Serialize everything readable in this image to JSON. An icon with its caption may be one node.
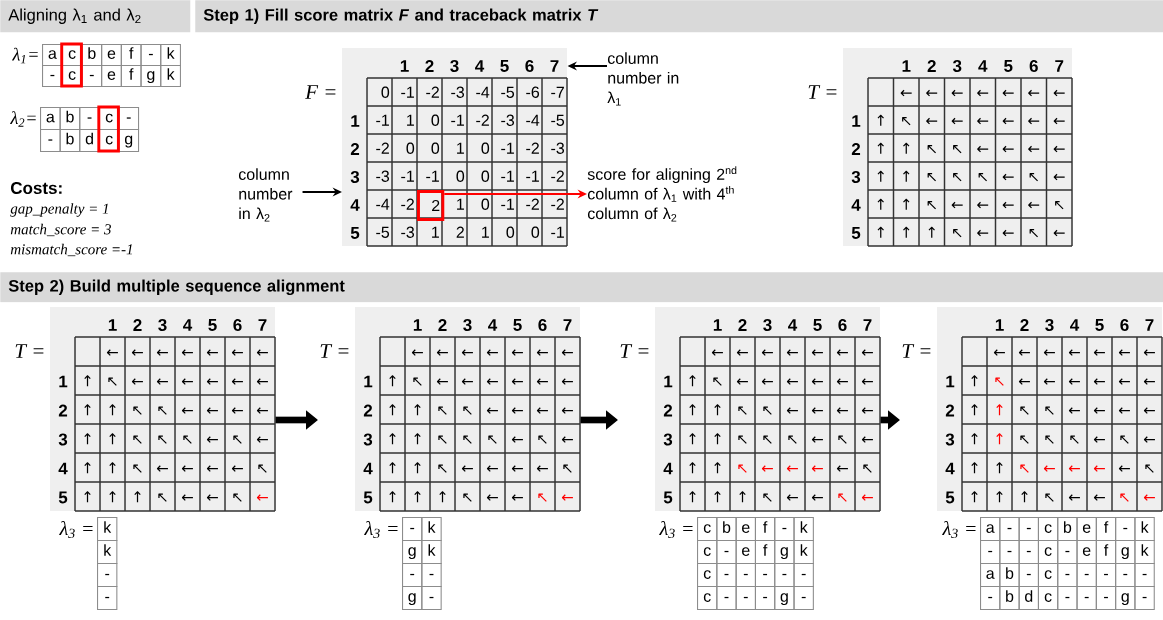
{
  "diagram": {
    "nodes": [
      {
        "text": [
          "Aligning λ$_{1}$ and λ$_{2}$"
        ]
      },
      {
        "text": [
          "Step 1) Fill score matrix *F* and traceback matrix *T*"
        ]
      },
      {
        "text": [
          "λ$_{1}$=",
          "a",
          "c",
          "b",
          "e",
          "f",
          "-",
          "k",
          "-",
          "c",
          "-",
          "e",
          "f",
          "g",
          "k"
        ]
      },
      {
        "text": [
          "λ$_{2}$=",
          "a",
          "b",
          "-",
          "c",
          "-",
          "-",
          "b",
          "d",
          "c",
          "g"
        ]
      },
      {
        "text": [
          "F =",
          "1",
          "2",
          "3",
          "4",
          "5",
          "6",
          "7",
          "1",
          "2",
          "3",
          "4",
          "5",
          "0",
          "-1",
          "-2",
          "-3",
          "-4",
          "-5",
          "-6",
          "-7",
          "-1",
          "1",
          "0",
          "-1",
          "-2",
          "-3",
          "-4",
          "-5",
          "-2",
          "0",
          "0",
          "1",
          "0",
          "-1",
          "-2",
          "-3",
          "-3",
          "-1",
          "-1",
          "0",
          "0",
          "-1",
          "-1",
          "-2",
          "-4",
          "-2",
          "1",
          "0",
          "-1",
          "-2",
          "-2",
          "-5",
          "-3",
          "1",
          "2",
          "1",
          "0",
          "0",
          "-1"
        ]
      },
      {
        "text": [
          "2"
        ],
        "in": 4
      },
      {
        "text": [
          "column number in λ$_{1}$"
        ]
      },
      {
        "text": [
          "column number in λ$_{2}$"
        ]
      },
      {
        "text": [
          "score for aligning 2$^{nd}$ column of λ$_{1}$ with 4$^{th}$ column of λ$_{2}$"
        ]
      },
      {
        "text": [
          "T =",
          "1",
          "2",
          "3",
          "4",
          "5",
          "6",
          "7",
          "1",
          "2",
          "3",
          "4",
          "5",
          "←",
          "←",
          "←",
          "←",
          "←",
          "←",
          "←",
          "↑",
          "↖",
          "←",
          "←",
          "←",
          "←",
          "←",
          "←",
          "↑",
          "↑",
          "↖",
          "↖",
          "←",
          "←",
          "←",
          "←",
          "↑",
          "↑",
          "↖",
          "↖",
          "↖",
          "←",
          "↖",
          "←",
          "↑",
          "↑",
          "↖",
          "←",
          "←",
          "←",
          "←",
          "↖",
          "↑",
          "↑",
          "↑",
          "↖",
          "←",
          "←",
          "↖",
          "←"
        ]
      },
      {
        "text": [
          "Step 2) Build multiple sequence alignment"
        ]
      },
      {
        "text": [
          "T =",
          "1",
          "2",
          "3",
          "4",
          "5",
          "6",
          "7",
          "1",
          "2",
          "3",
          "4",
          "5",
          "←",
          "←",
          "←",
          "←",
          "←",
          "←",
          "←",
          "↑",
          "↖",
          "←",
          "←",
          "←",
          "←",
          "←",
          "←",
          "↑",
          "↑",
          "↖",
          "↖",
          "←",
          "←",
          "←",
          "←",
          "↑",
          "↑",
          "↖",
          "↖",
          "↖",
          "←",
          "↖",
          "←",
          "↑",
          "↑",
          "↖",
          "←",
          "←",
          "←",
          "←",
          "↖",
          "↑",
          "↑",
          "↑",
          "↖",
          "←",
          "←",
          "↖",
          "←"
        ]
      },
      {
        "text": [
          "T =",
          "1",
          "2",
          "3",
          "4",
          "5",
          "6",
          "7",
          "1",
          "2",
          "3",
          "4",
          "5",
          "←",
          "←",
          "←",
          "←",
          "←",
          "←",
          "←",
          "↑",
          "↖",
          "←",
          "←",
          "←",
          "←",
          "←",
          "←",
          "↑",
          "↑",
          "↖",
          "↖",
          "←",
          "←",
          "←",
          "←",
          "↑",
          "↑",
          "↖",
          "↖",
          "↖",
          "←",
          "↖",
          "←",
          "↑",
          "↑",
          "↖",
          "←",
          "←",
          "←",
          "←",
          "↖",
          "↑",
          "↑",
          "↑",
          "↖",
          "←",
          "←",
          "↖",
          "←"
        ]
      },
      {
        "text": [
          "T =",
          "1",
          "2",
          "3",
          "4",
          "5",
          "6",
          "7",
          "1",
          "2",
          "3",
          "4",
          "5",
          "←",
          "←",
          "←",
          "←",
          "←",
          "←",
          "←",
          "↑",
          "↖",
          "←",
          "←",
          "←",
          "←",
          "←",
          "←",
          "↑",
          "↑",
          "↖",
          "↖",
          "←",
          "←",
          "←",
          "←",
          "↑",
          "↑",
          "↖",
          "↖",
          "↖",
          "←",
          "↖",
          "←",
          "↑",
          "↑",
          "↖",
          "←",
          "←",
          "←",
          "←",
          "↖",
          "↑",
          "↑",
          "↑",
          "↖",
          "←",
          "←",
          "↖",
          "←"
        ]
      },
      {
        "text": [
          "T =",
          "1",
          "2",
          "3",
          "4",
          "5",
          "6",
          "7",
          "1",
          "2",
          "3",
          "4",
          "5",
          "←",
          "←",
          "←",
          "←",
          "←",
          "←",
          "←",
          "↑",
          "↖",
          "←",
          "←",
          "←",
          "←",
          "←",
          "←",
          "↑",
          "↑",
          "↖",
          "↖",
          "←",
          "←",
          "←",
          "←",
          "↑",
          "↑",
          "↖",
          "↖",
          "↖",
          "←",
          "↖",
          "←",
          "↑",
          "↑",
          "↖",
          "←",
          "←",
          "←",
          "←",
          "↖",
          "↑",
          "↑",
          "↑",
          "↖",
          "←",
          "←",
          "↖",
          "←"
        ]
      },
      {
        "text": [
          "λ$_{3}$ =",
          "k",
          "k",
          "-",
          "-"
        ]
      },
      {
        "text": [
          "λ$_{3}$ =",
          "-",
          "k",
          "g",
          "k",
          "-",
          "-",
          "g",
          "-"
        ]
      },
      {
        "text": [
          "λ$_{3}$ =",
          "c",
          "b",
          "e",
          "f",
          "-",
          "k",
          "c",
          "-",
          "e",
          "f",
          "g",
          "k",
          "c",
          "-",
          "-",
          "-",
          "-",
          "-",
          "c",
          "-",
          "-",
          "-",
          "g",
          "-"
        ]
      },
      {
        "text": [
          "λ$_{3}$ =",
          "a",
          "-",
          "-",
          "c",
          "b",
          "e",
          "f",
          "-",
          "k",
          "-",
          "-",
          "-",
          "c",
          "-",
          "e",
          "f",
          "g",
          "k",
          "a",
          "b",
          "-",
          "c",
          "-",
          "-",
          "-",
          "-",
          "-",
          "-",
          "b",
          "d",
          "c",
          "-",
          "-",
          "-",
          "g",
          "-"
        ]
      }
    ],
    "edges": [
      {
        "from": 6,
        "to": 4,
        "arrow": "to"
      },
      {
        "from": 7,
        "to": 4,
        "arrow": "to"
      },
      {
        "from": 5,
        "to": 8,
        "arrow": "to",
        "color": "#ff0000"
      },
      {
        "from": 11,
        "to": 12,
        "arrow": "to",
        "style": "thick"
      },
      {
        "from": 12,
        "to": 13,
        "arrow": "to",
        "style": "thick"
      },
      {
        "from": 13,
        "to": 14,
        "arrow": "to",
        "style": "thick"
      }
    ],
    "labels": [
      "Costs:",
      "gap_penalty = 1",
      "match_score = 3",
      "mismatch_score =-1"
    ]
  }
}
